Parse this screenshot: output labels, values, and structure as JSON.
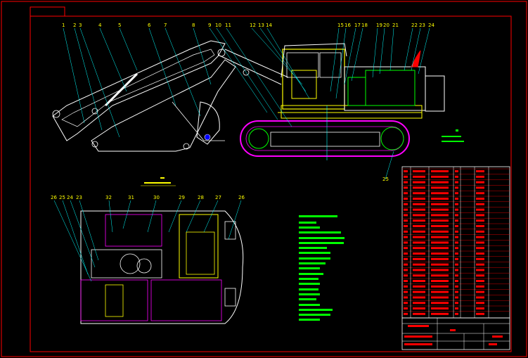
{
  "drawing": {
    "top_part_numbers": [
      "1",
      "2",
      "3",
      "4",
      "5",
      "6",
      "7",
      "8",
      "9",
      "10",
      "11",
      "12",
      "13",
      "14",
      "15",
      "16",
      "17",
      "18",
      "19",
      "20",
      "21",
      "22",
      "23",
      "24"
    ],
    "bottom_part_numbers": [
      "26",
      "25",
      "24",
      "23",
      "32",
      "31",
      "30",
      "29",
      "28",
      "27",
      "26"
    ],
    "track_label": "25",
    "colors": {
      "background": "#000000",
      "border": "#ff0000",
      "outline": "#ffffff",
      "boom": "#ffffff",
      "cab": "#ffff00",
      "hydraulics": "#00ff00",
      "track": "#ff00ff",
      "leader": "#00ffff",
      "table": "#ff0000",
      "notes": "#00ff00"
    }
  }
}
